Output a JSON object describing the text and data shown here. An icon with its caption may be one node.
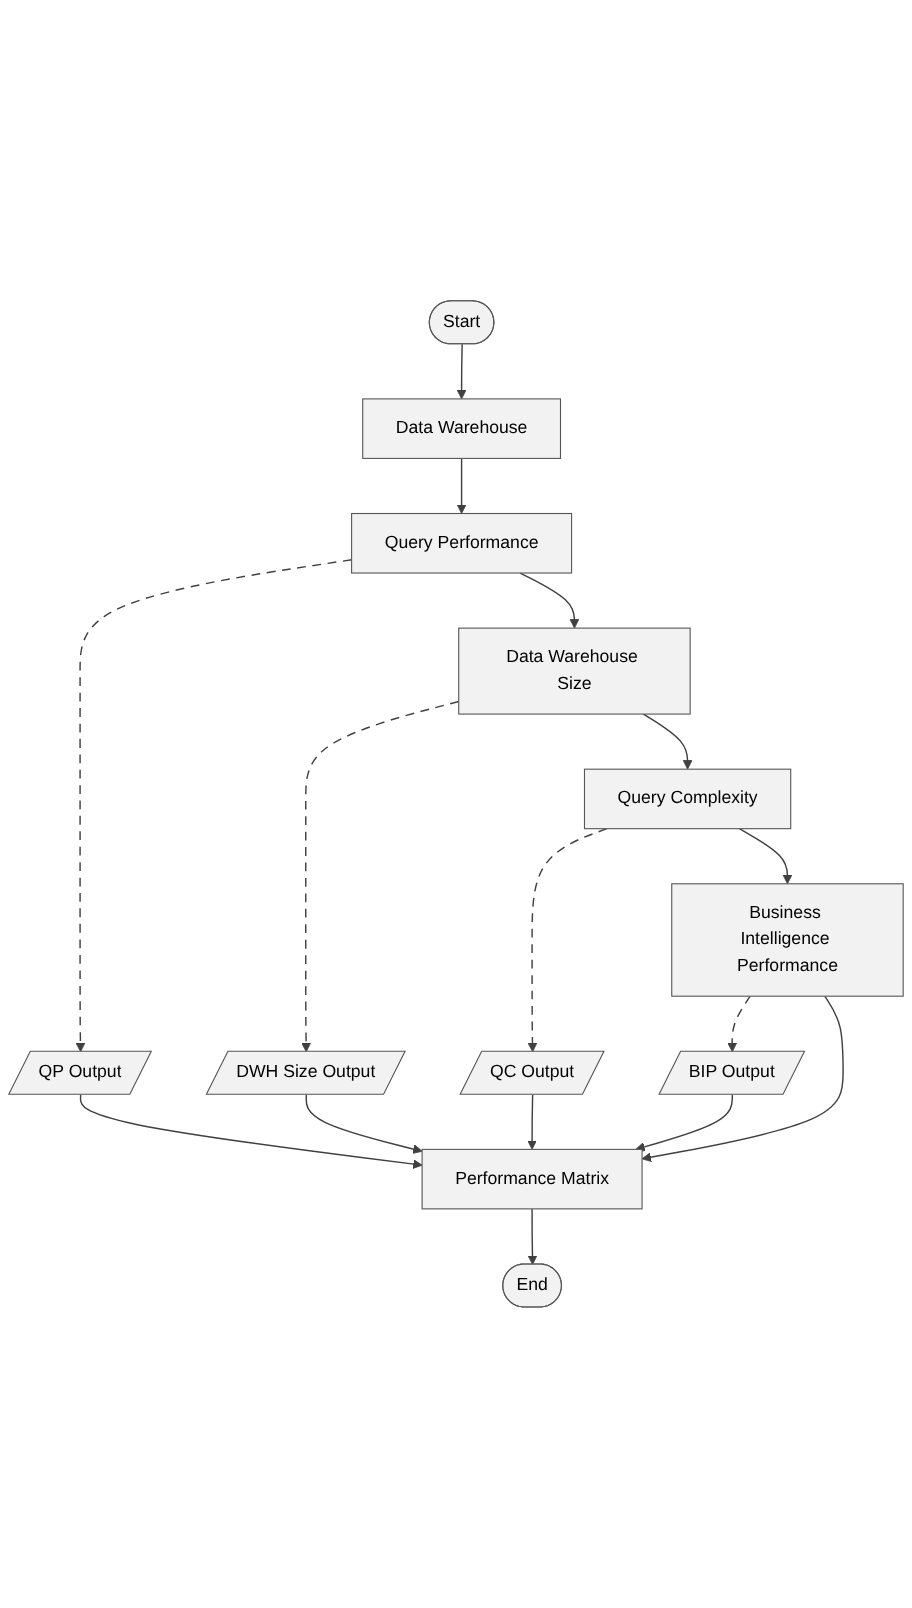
{
  "diagram": {
    "nodes": [
      {
        "text": [
          "Start"
        ]
      },
      {
        "text": [
          "Data Warehouse"
        ]
      },
      {
        "text": [
          "Query Performance"
        ]
      },
      {
        "text": [
          "QP Output"
        ]
      },
      {
        "text": [
          "Data Warehouse Size"
        ]
      },
      {
        "text": [
          "DWH Size Output"
        ]
      },
      {
        "text": [
          "Query Complexity"
        ]
      },
      {
        "text": [
          "QC Output"
        ]
      },
      {
        "text": [
          "Business Intelligence Performance"
        ]
      },
      {
        "text": [
          "BIP Output"
        ]
      },
      {
        "text": [
          "Performance Matrix"
        ]
      },
      {
        "text": [
          "End"
        ]
      }
    ],
    "edges": [
      {
        "from": 0,
        "to": 1,
        "arrow": "to"
      },
      {
        "from": 1,
        "to": 2,
        "arrow": "to"
      },
      {
        "from": 2,
        "to": 3,
        "arrow": "to",
        "style": "dashed"
      },
      {
        "from": 2,
        "to": 4,
        "arrow": "to"
      },
      {
        "from": 4,
        "to": 5,
        "arrow": "to",
        "style": "dashed"
      },
      {
        "from": 4,
        "to": 6,
        "arrow": "to"
      },
      {
        "from": 6,
        "to": 7,
        "arrow": "to",
        "style": "dashed"
      },
      {
        "from": 6,
        "to": 8,
        "arrow": "to"
      },
      {
        "from": 8,
        "to": 9,
        "arrow": "to",
        "style": "dashed"
      },
      {
        "from": 8,
        "to": 10,
        "arrow": "to"
      },
      {
        "from": 3,
        "to": 10,
        "arrow": "to"
      },
      {
        "from": 5,
        "to": 10,
        "arrow": "to"
      },
      {
        "from": 7,
        "to": 10,
        "arrow": "to"
      },
      {
        "from": 9,
        "to": 10,
        "arrow": "to"
      },
      {
        "from": 10,
        "to": 11,
        "arrow": "to"
      }
    ]
  }
}
